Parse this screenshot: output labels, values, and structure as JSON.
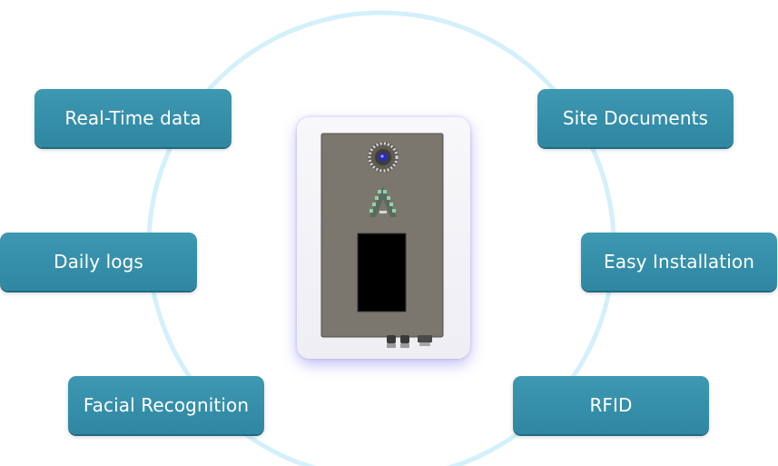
{
  "features": {
    "real_time_data": "Real-Time data",
    "daily_logs": "Daily logs",
    "facial_recognition": "Facial Recognition",
    "site_documents": "Site Documents",
    "easy_installation": "Easy Installation",
    "rfid": "RFID"
  },
  "colors": {
    "box_fill": "#3590ab",
    "ring": "#cfeffc",
    "card_glow": "#7a6ee6",
    "device_body": "#77736b"
  },
  "icons": {
    "camera": "camera-icon",
    "logo": "triangle-logo-icon",
    "screen": "display-screen"
  }
}
